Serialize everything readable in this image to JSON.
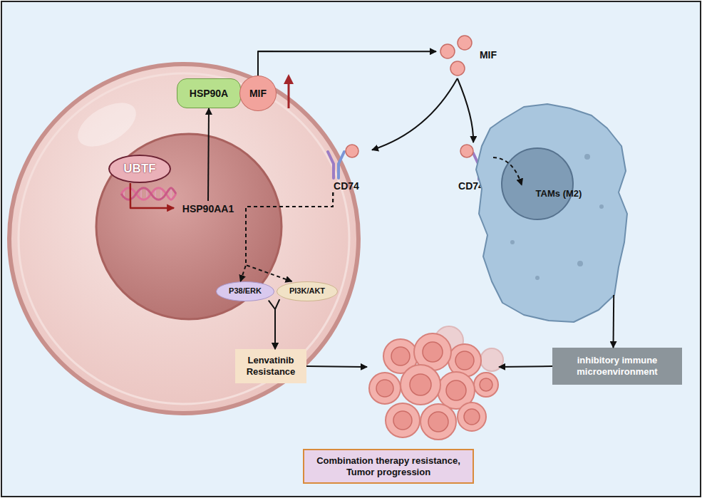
{
  "diagram": {
    "nodes": [
      {
        "text": [
          "UBTF"
        ]
      },
      {
        "text": [
          "HSP90AA1"
        ]
      },
      {
        "text": [
          "HSP90A"
        ]
      },
      {
        "text": [
          "MIF"
        ]
      },
      {
        "text": [
          "MIF"
        ]
      },
      {
        "text": [
          "CD74"
        ]
      },
      {
        "text": [
          "CD74"
        ]
      },
      {
        "text": [
          "TAMs (M2)"
        ]
      },
      {
        "text": [
          "P38/ERK"
        ]
      },
      {
        "text": [
          "PI3K/AKT"
        ]
      },
      {
        "text": [
          "Lenvatinib Resistance"
        ]
      },
      {
        "text": [
          "inhibitory immune microenvironment"
        ]
      },
      {
        "text": [
          "Combination therapy resistance, Tumor progression"
        ]
      }
    ],
    "edges": [
      {
        "from": 0,
        "to": 1,
        "arrow": "to"
      },
      {
        "from": 1,
        "to": 2,
        "arrow": "to"
      },
      {
        "from": 3,
        "to": 4,
        "arrow": "to"
      },
      {
        "from": 4,
        "to": 5,
        "arrow": "to"
      },
      {
        "from": 4,
        "to": 6,
        "arrow": "to"
      },
      {
        "from": 6,
        "to": 7,
        "arrow": "to"
      },
      {
        "from": 5,
        "to": 8,
        "arrow": "to"
      },
      {
        "from": 5,
        "to": 9,
        "arrow": "to"
      },
      {
        "from": 8,
        "to": 10,
        "arrow": "to"
      },
      {
        "from": 9,
        "to": 10,
        "arrow": "to"
      },
      {
        "from": 10,
        "to": 12,
        "arrow": "to"
      },
      {
        "from": 11,
        "to": 12,
        "arrow": "to"
      },
      {
        "from": 7,
        "to": 11,
        "arrow": "to"
      }
    ]
  }
}
